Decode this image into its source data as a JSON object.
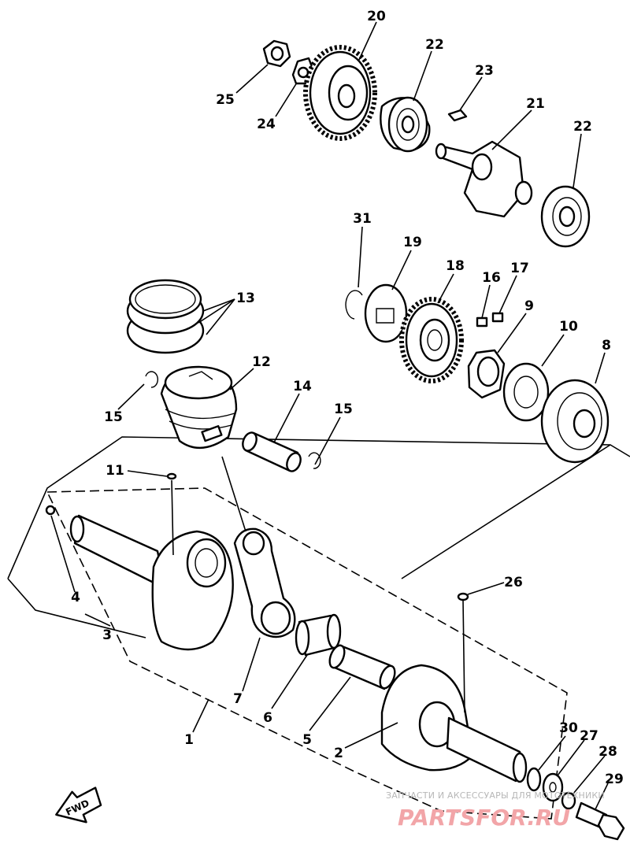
{
  "diagram": {
    "callouts": [
      {
        "id": "c20",
        "text": "20"
      },
      {
        "id": "c22a",
        "text": "22"
      },
      {
        "id": "c23",
        "text": "23"
      },
      {
        "id": "c25",
        "text": "25"
      },
      {
        "id": "c24",
        "text": "24"
      },
      {
        "id": "c21",
        "text": "21"
      },
      {
        "id": "c22b",
        "text": "22"
      },
      {
        "id": "c31",
        "text": "31"
      },
      {
        "id": "c19",
        "text": "19"
      },
      {
        "id": "c18",
        "text": "18"
      },
      {
        "id": "c16",
        "text": "16"
      },
      {
        "id": "c17",
        "text": "17"
      },
      {
        "id": "c9",
        "text": "9"
      },
      {
        "id": "c10",
        "text": "10"
      },
      {
        "id": "c8",
        "text": "8"
      },
      {
        "id": "c13",
        "text": "13"
      },
      {
        "id": "c12",
        "text": "12"
      },
      {
        "id": "c14",
        "text": "14"
      },
      {
        "id": "c15a",
        "text": "15"
      },
      {
        "id": "c15b",
        "text": "15"
      },
      {
        "id": "c11",
        "text": "11"
      },
      {
        "id": "c4",
        "text": "4"
      },
      {
        "id": "c3",
        "text": "3"
      },
      {
        "id": "c26",
        "text": "26"
      },
      {
        "id": "c7",
        "text": "7"
      },
      {
        "id": "c6",
        "text": "6"
      },
      {
        "id": "c5",
        "text": "5"
      },
      {
        "id": "c1",
        "text": "1"
      },
      {
        "id": "c2",
        "text": "2"
      },
      {
        "id": "c30",
        "text": "30"
      },
      {
        "id": "c27",
        "text": "27"
      },
      {
        "id": "c28",
        "text": "28"
      },
      {
        "id": "c29",
        "text": "29"
      }
    ],
    "fwd_label": "FWD"
  },
  "watermark": {
    "caption": "ЗАПЧАСТИ И АКСЕССУАРЫ ДЛЯ МОТОТЕХНИКИ",
    "brand": "PARTSFOR.RU"
  },
  "colors": {
    "line": "#000000",
    "watermark_text": "#b7b7b7",
    "watermark_brand": "#f2a5a8"
  }
}
